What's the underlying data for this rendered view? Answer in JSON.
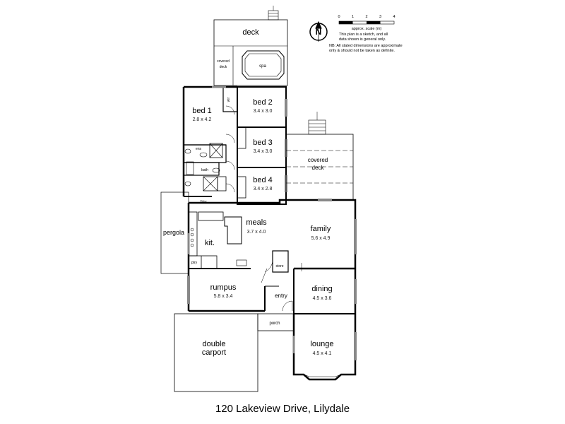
{
  "address": "120 Lakeview Drive, Lilydale",
  "scale": {
    "ticks": [
      "0",
      "1",
      "2",
      "3",
      "4"
    ],
    "label": "approx. scale (m)"
  },
  "compass_letter": "N",
  "notes": {
    "sketch_line1": "This plan is a sketch, and all",
    "sketch_line2": "data shown is general only.",
    "nb_line1": "NB: All stated dimensions are approximate",
    "nb_line2": "only & should not be taken as definite."
  },
  "rooms": {
    "deck": "deck",
    "covered_deck_top_1": "covered",
    "covered_deck_top_2": "deck",
    "spa": "spa",
    "bed1": {
      "name": "bed 1",
      "dims": "2.8 x 4.2"
    },
    "bed2": {
      "name": "bed 2",
      "dims": "3.4 x 3.0"
    },
    "bed3": {
      "name": "bed 3",
      "dims": "3.4 x 3.0"
    },
    "bed4": {
      "name": "bed 4",
      "dims": "3.4 x 2.8"
    },
    "covered_deck_1": "covered",
    "covered_deck_2": "deck",
    "ens": "ens",
    "bath": "bath",
    "ldry": "l'dry",
    "wir": "wir",
    "pergola": "pergola",
    "meals": {
      "name": "meals",
      "dims": "3.7 x 4.0"
    },
    "family": {
      "name": "family",
      "dims": "5.6 x 4.9"
    },
    "kit": "kit.",
    "ptry": "ptry",
    "store": "store",
    "rumpus": {
      "name": "rumpus",
      "dims": "5.8 x 3.4"
    },
    "dining": {
      "name": "dining",
      "dims": "4.5 x 3.6"
    },
    "entry": "entry",
    "porch": "porch",
    "carport_1": "double",
    "carport_2": "carport",
    "lounge": {
      "name": "lounge",
      "dims": "4.5 x 4.1"
    }
  }
}
